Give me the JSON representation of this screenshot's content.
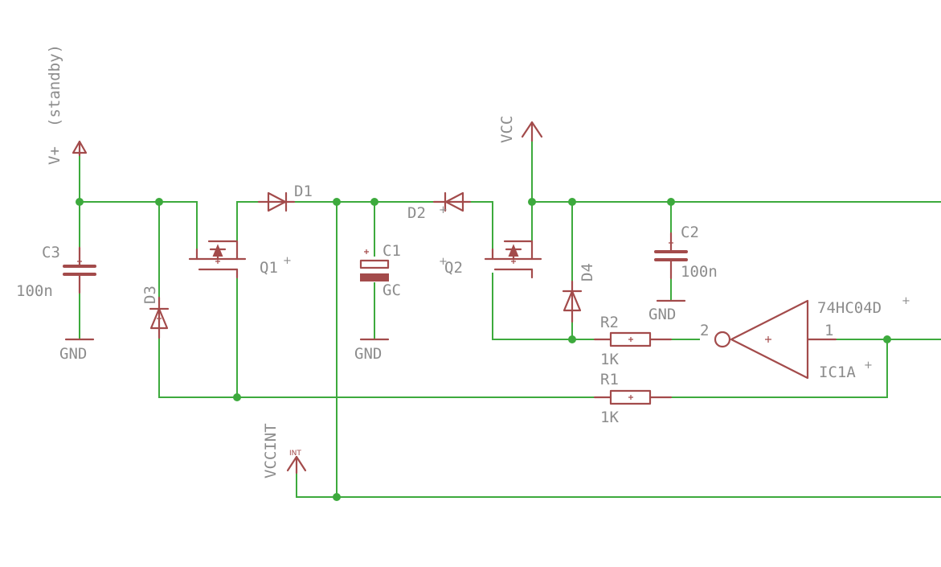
{
  "diagram": {
    "labels": {
      "v_plus_net": "V+",
      "standby_note": "(standby)",
      "vcc_net": "VCC",
      "vccint_net": "VCCINT",
      "int_tag": "INT",
      "c3_name": "C3",
      "c3_value": "100n",
      "c3_gnd": "GND",
      "d3_name": "D3",
      "q1_name": "Q1",
      "d1_name": "D1",
      "c1_name": "C1",
      "c1_value": "GC",
      "c1_gnd": "GND",
      "d2_name": "D2",
      "q2_name": "Q2",
      "d4_name": "D4",
      "c2_name": "C2",
      "c2_value": "100n",
      "c2_gnd": "GND",
      "r2_name": "R2",
      "r2_value": "1K",
      "r1_name": "R1",
      "r1_value": "1K",
      "ic_part": "74HC04D",
      "ic_name": "IC1A",
      "ic_pin_in": "2",
      "ic_pin_out": "1",
      "origin_mark": "+"
    },
    "colors": {
      "wire": "#3daa3d",
      "symbol": "#a34b4b",
      "text": "#8c8c8c",
      "background": "#ffffff"
    }
  }
}
